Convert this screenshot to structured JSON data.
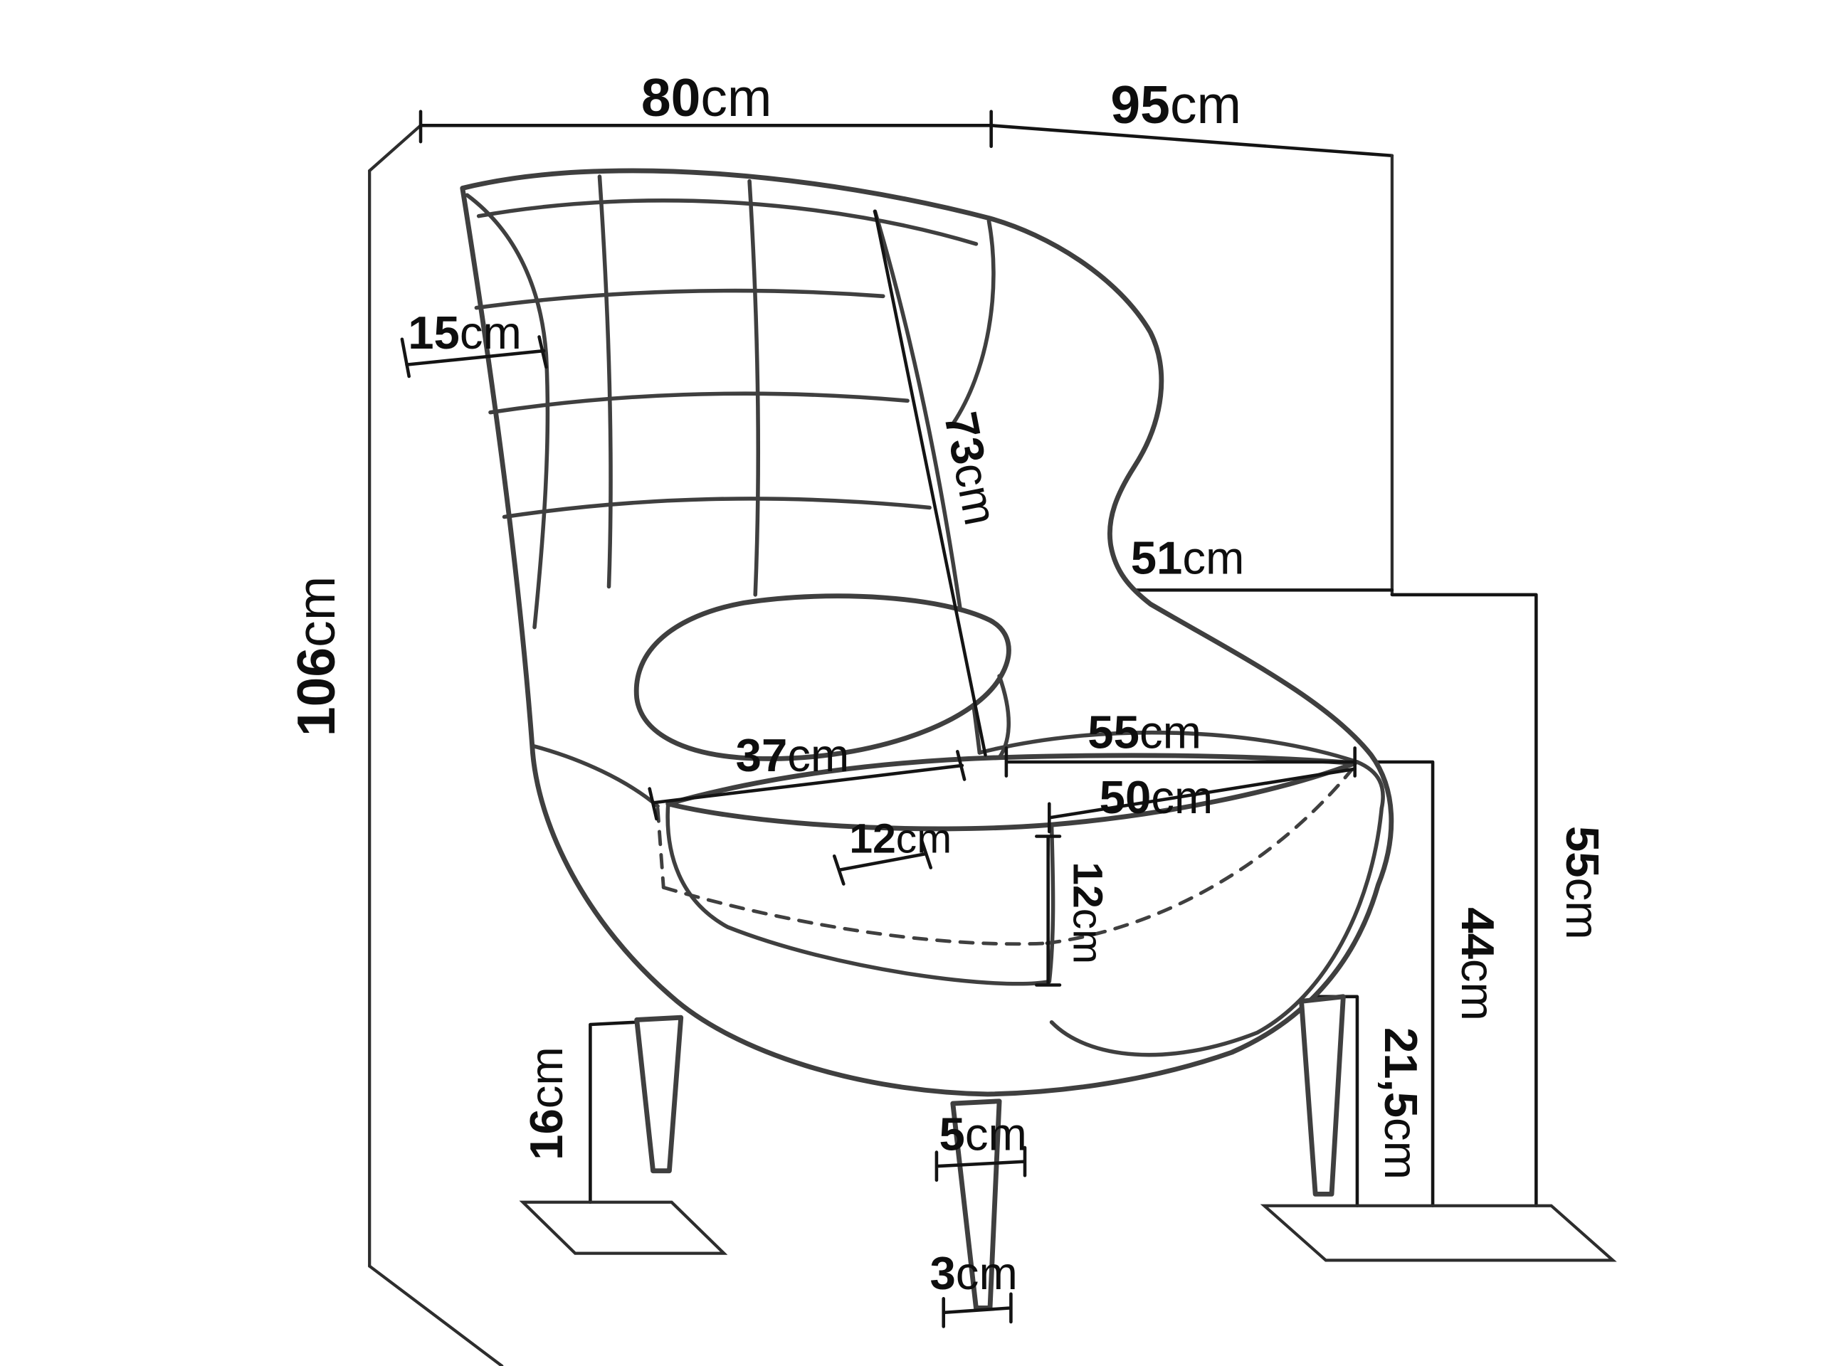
{
  "diagram": {
    "name": "wingback-armchair-dimension-drawing",
    "unit_label": "cm",
    "outline_color": "#3f3f3f",
    "dimension_color": "#141414",
    "dims": {
      "w80": {
        "value": "80",
        "unit": "cm"
      },
      "d95": {
        "value": "95",
        "unit": "cm"
      },
      "wing15": {
        "value": "15",
        "unit": "cm"
      },
      "back73": {
        "value": "73",
        "unit": "cm"
      },
      "arm51": {
        "value": "51",
        "unit": "cm"
      },
      "h106": {
        "value": "106",
        "unit": "cm"
      },
      "seat55": {
        "value": "55",
        "unit": "cm"
      },
      "seat37": {
        "value": "37",
        "unit": "cm"
      },
      "seat50": {
        "value": "50",
        "unit": "cm"
      },
      "cush12a": {
        "value": "12",
        "unit": "cm"
      },
      "cush12b": {
        "value": "12",
        "unit": "cm"
      },
      "side55": {
        "value": "55",
        "unit": "cm"
      },
      "h44": {
        "value": "44",
        "unit": "cm"
      },
      "h215": {
        "value": "21,5",
        "unit": "cm"
      },
      "leg16": {
        "value": "16",
        "unit": "cm"
      },
      "leg5": {
        "value": "5",
        "unit": "cm"
      },
      "leg3": {
        "value": "3",
        "unit": "cm"
      }
    }
  }
}
